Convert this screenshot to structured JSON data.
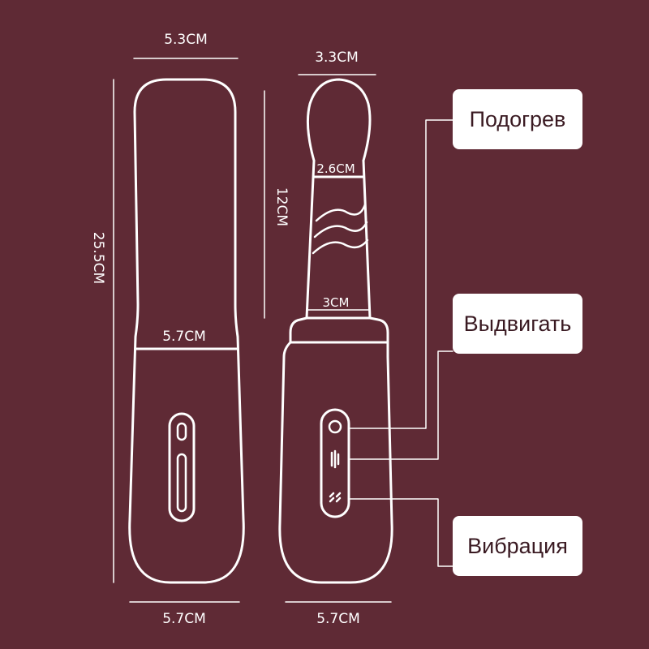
{
  "colors": {
    "background": "#5f2a35",
    "outline": "#ffffff",
    "callout_text": "#3a1a22"
  },
  "dimensions": {
    "case_top_width": "5.3CM",
    "case_height": "25.5CM",
    "case_mid_width": "5.7CM",
    "case_bottom_width": "5.7CM",
    "device_tip_width": "3.3CM",
    "device_shaft_length": "12CM",
    "device_neck_width": "2.6CM",
    "device_base_width": "3CM",
    "device_bottom_width": "5.7CM"
  },
  "callouts": {
    "heating": "Подогрев",
    "thrust": "Выдвигать",
    "vibration": "Вибрация"
  },
  "icons": {
    "heat_button": "power-icon",
    "thrust_button": "wave-icon",
    "vibration_button": "vibration-icon"
  }
}
